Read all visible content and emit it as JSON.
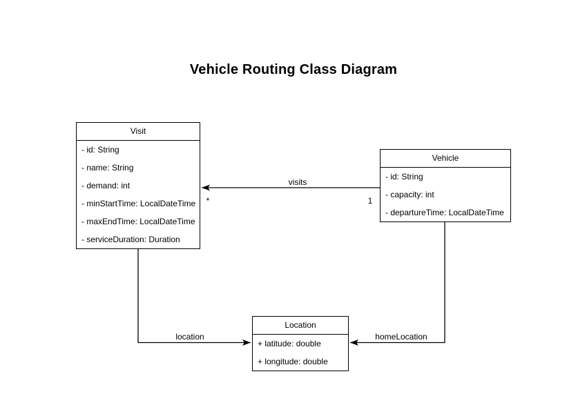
{
  "title": "Vehicle Routing Class Diagram",
  "colors": {
    "stroke": "#000000",
    "fill": "#ffffff",
    "text": "#000000",
    "background": "#ffffff"
  },
  "classes": [
    {
      "name": "Visit",
      "attributes": [
        "- id: String",
        "- name: String",
        "- demand: int",
        "- minStartTime: LocalDateTime",
        "- maxEndTime: LocalDateTime",
        "- serviceDuration: Duration"
      ]
    },
    {
      "name": "Vehicle",
      "attributes": [
        "- id: String",
        "- capacity: int",
        "- departureTime: LocalDateTime"
      ]
    },
    {
      "name": "Location",
      "attributes": [
        "+ latitude: double",
        "+ longitude: double"
      ]
    }
  ],
  "relationships": [
    {
      "label": "visits",
      "from": "Vehicle",
      "to": "Visit",
      "source_multiplicity": "1",
      "target_multiplicity": "*"
    },
    {
      "label": "location",
      "from": "Visit",
      "to": "Location"
    },
    {
      "label": "homeLocation",
      "from": "Vehicle",
      "to": "Location"
    }
  ]
}
